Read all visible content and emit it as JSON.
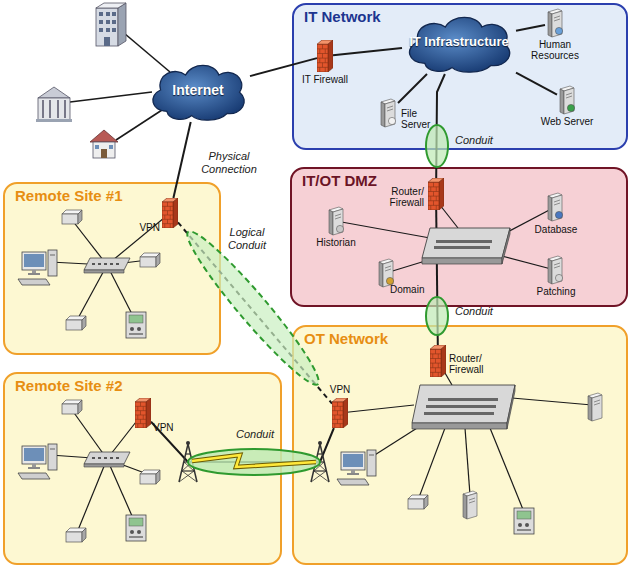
{
  "diagram": {
    "nodes": [
      {
        "text": [
          "IT Network"
        ]
      },
      {
        "text": [
          "IT Infrastructure"
        ],
        "in": 0
      },
      {
        "text": [
          "IT Firewall"
        ],
        "in": 0
      },
      {
        "text": [
          "Human Resources"
        ],
        "in": 0
      },
      {
        "text": [
          "File Server"
        ],
        "in": 0
      },
      {
        "text": [
          "Web Server"
        ],
        "in": 0
      },
      {
        "text": [
          "Internet"
        ]
      },
      {
        "text": [
          "IT/OT DMZ"
        ]
      },
      {
        "text": [
          "Router/ Firewall"
        ],
        "in": 7
      },
      {
        "text": [
          "Historian"
        ],
        "in": 7
      },
      {
        "text": [
          "Database"
        ],
        "in": 7
      },
      {
        "text": [
          "Domain"
        ],
        "in": 7
      },
      {
        "text": [
          "Patching"
        ],
        "in": 7
      },
      {
        "text": [
          "Remote Site #1"
        ]
      },
      {
        "text": [
          "VPN"
        ],
        "in": 13
      },
      {
        "text": [
          "OT Network"
        ]
      },
      {
        "text": [
          "Router/ Firewall"
        ],
        "in": 15
      },
      {
        "text": [
          "VPN"
        ],
        "in": 15
      },
      {
        "text": [
          "Remote Site #2"
        ]
      },
      {
        "text": [
          "VPN"
        ],
        "in": 18
      }
    ],
    "edges": [
      {
        "from": 6,
        "to": 2,
        "arrow": "none"
      },
      {
        "from": 2,
        "to": 1,
        "arrow": "none"
      },
      {
        "from": 1,
        "to": 4,
        "arrow": "none"
      },
      {
        "from": 1,
        "to": 3,
        "arrow": "none"
      },
      {
        "from": 1,
        "to": 5,
        "arrow": "none"
      },
      {
        "from": 1,
        "to": 8,
        "arrow": "none"
      },
      {
        "from": 8,
        "to": 16,
        "arrow": "none"
      },
      {
        "from": 6,
        "to": 14,
        "arrow": "none"
      },
      {
        "from": 14,
        "to": 17,
        "arrow": "none"
      },
      {
        "from": 19,
        "to": 17,
        "arrow": "none"
      }
    ],
    "labels": [
      "Physical Connection",
      "Logical Conduit",
      "Conduit",
      "Conduit",
      "Conduit"
    ]
  }
}
